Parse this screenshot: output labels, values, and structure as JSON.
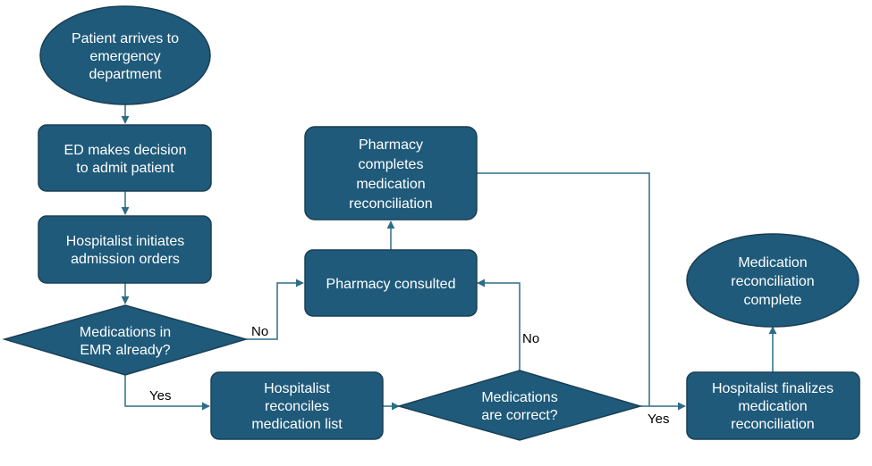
{
  "nodes": {
    "start": {
      "lines": [
        "Patient arrives to",
        "emergency",
        "department"
      ]
    },
    "decide_admit": {
      "lines": [
        "ED makes decision",
        "to admit patient"
      ]
    },
    "admission_orders": {
      "lines": [
        "Hospitalist initiates",
        "admission orders"
      ]
    },
    "meds_in_emr": {
      "lines": [
        "Medications in",
        "EMR already?"
      ]
    },
    "reconciles_list": {
      "lines": [
        "Hospitalist",
        "reconciles",
        "medication list"
      ]
    },
    "meds_correct": {
      "lines": [
        "Medications",
        "are correct?"
      ]
    },
    "pharmacy_consulted": {
      "lines": [
        "Pharmacy consulted"
      ]
    },
    "pharmacy_completes": {
      "lines": [
        "Pharmacy",
        "completes",
        "medication",
        "reconciliation"
      ]
    },
    "finalizes": {
      "lines": [
        "Hospitalist finalizes",
        "medication",
        "reconciliation"
      ]
    },
    "end": {
      "lines": [
        "Medication",
        "reconciliation",
        "complete"
      ]
    }
  },
  "edges": {
    "emr_no": "No",
    "emr_yes": "Yes",
    "correct_no": "No",
    "to_finalize_yes": "Yes"
  },
  "colors": {
    "node_fill": "#1f5a7a",
    "node_stroke": "#1a3f55",
    "edge": "#2f6d86",
    "node_text": "#ffffff",
    "edge_text": "#000000"
  }
}
